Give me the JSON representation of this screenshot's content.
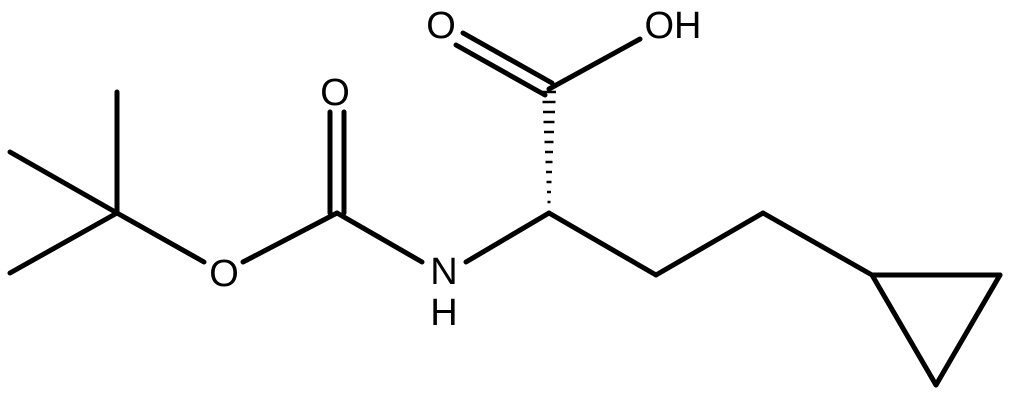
{
  "molecule": {
    "atom_labels": {
      "carbonyl_oxygen_acid": "O",
      "hydroxyl": "OH",
      "carbonyl_oxygen_boc": "O",
      "ester_oxygen": "O",
      "amide_nitrogen": "N",
      "amide_hydrogen": "H"
    }
  },
  "colors": {
    "bond": "#000000",
    "label": "#000000",
    "background": "#ffffff"
  }
}
